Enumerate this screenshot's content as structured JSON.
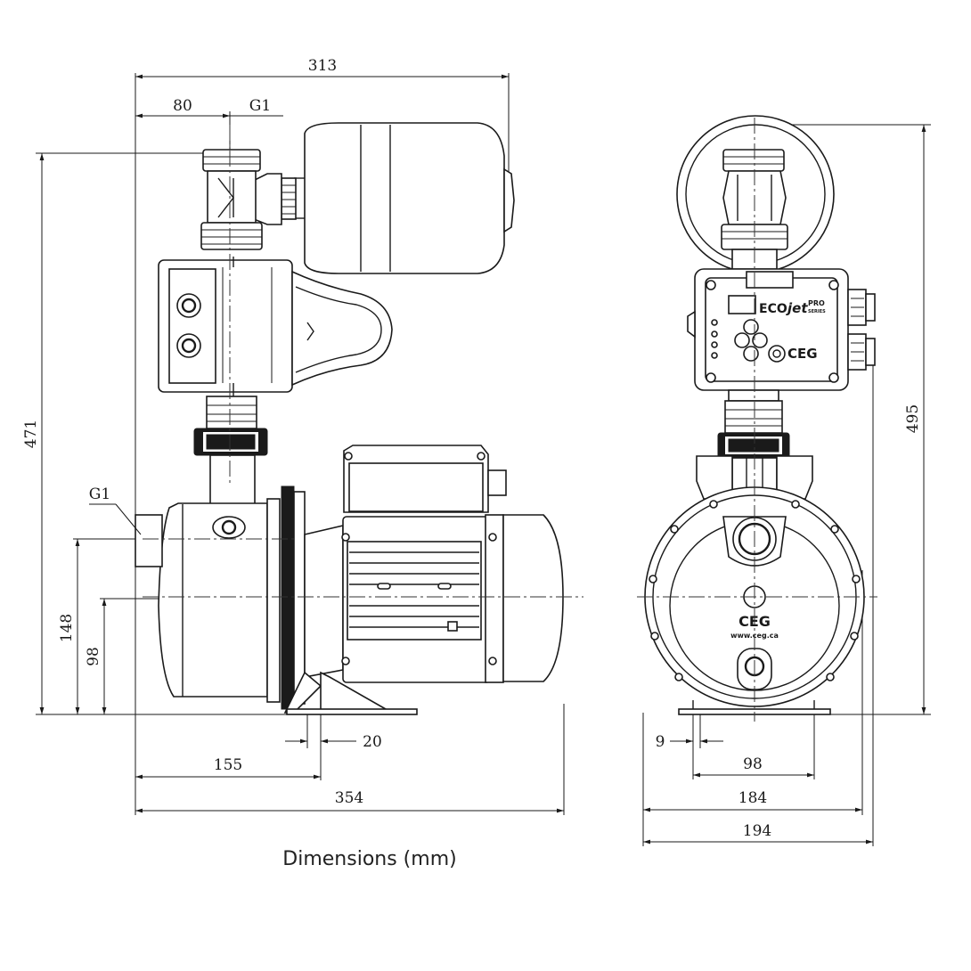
{
  "caption": "Dimensions (mm)",
  "side_view": {
    "dim_overall_width_top": "313",
    "dim_outlet_offset": "80",
    "outlet_thread": "G1",
    "inlet_thread": "G1",
    "dim_total_height": "471",
    "dim_inlet_height": "148",
    "dim_shaft_height": "98",
    "dim_foot_thickness": "20",
    "dim_to_foot": "155",
    "dim_overall_length": "354"
  },
  "front_view": {
    "dim_total_height": "495",
    "dim_foot_offset": "9",
    "dim_bolt_spacing": "98",
    "dim_body_width": "184",
    "dim_overall_width": "194",
    "controller_brand": "ECO",
    "controller_brand_script": "jet",
    "controller_series": "PRO",
    "controller_series_sub": "SERIES",
    "controller_logo": "CEG",
    "pump_logo": "CEG",
    "pump_website": "www.ceg.ca"
  }
}
